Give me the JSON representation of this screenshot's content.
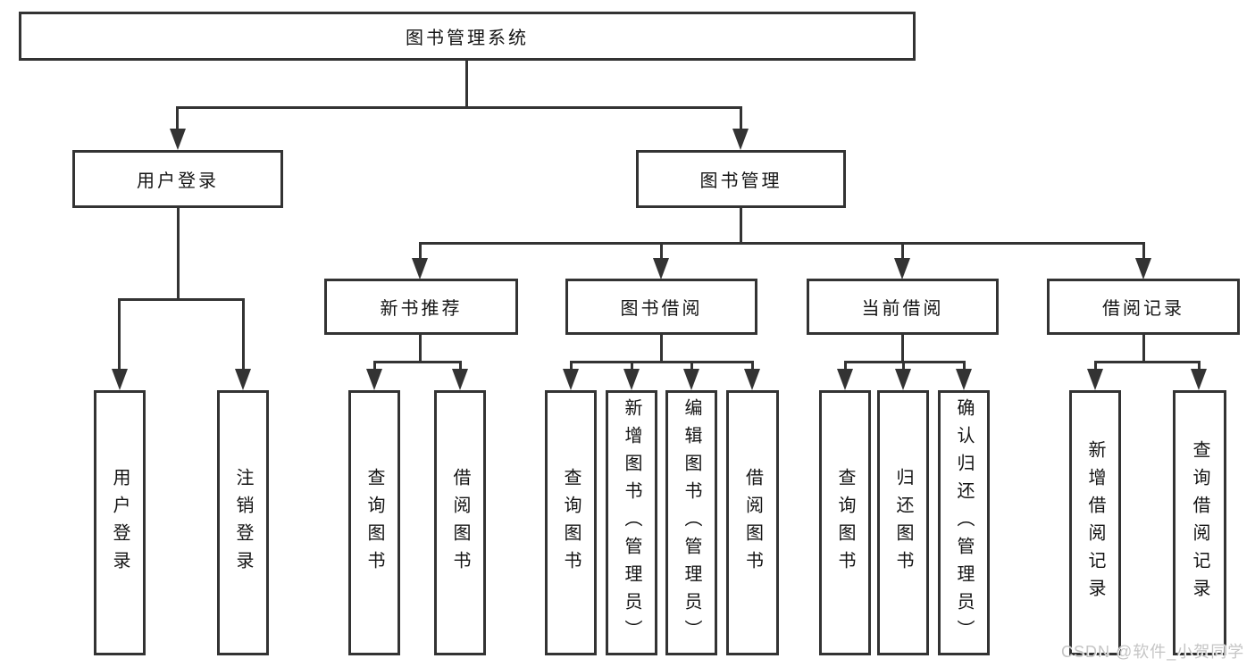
{
  "colors": {
    "line": "#333333",
    "text": "#141414",
    "box_fill": "#ffffff",
    "background": "#ffffff",
    "watermark": "#c5c5c5"
  },
  "root": {
    "label": "图书管理系统"
  },
  "branches": {
    "user_login": {
      "label": "用户登录",
      "children": [
        "用户登录",
        "注销登录"
      ]
    },
    "book_management": {
      "label": "图书管理"
    }
  },
  "sections": [
    {
      "label": "新书推荐",
      "children": [
        "查询图书",
        "借阅图书"
      ]
    },
    {
      "label": "图书借阅",
      "children": [
        "查询图书",
        "新增图书（管理员）",
        "编辑图书（管理员）",
        "借阅图书"
      ]
    },
    {
      "label": "当前借阅",
      "children": [
        "查询图书",
        "归还图书",
        "确认归还（管理员）"
      ]
    },
    {
      "label": "借阅记录",
      "children": [
        "新增借阅记录",
        "查询借阅记录"
      ]
    }
  ],
  "watermark": "CSDN @软件_小贺同学"
}
